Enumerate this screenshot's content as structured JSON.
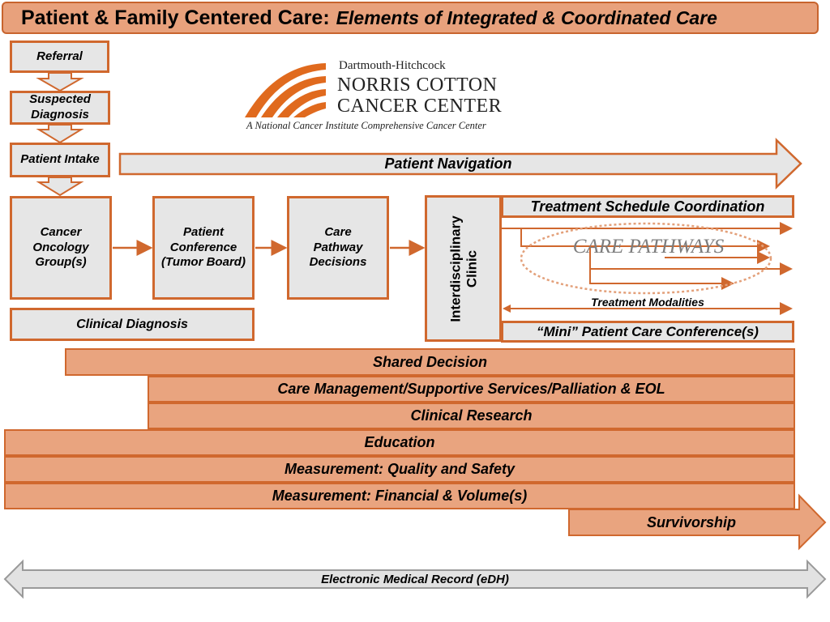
{
  "title": {
    "main": "Patient & Family Centered Care:",
    "sub": "Elements of Integrated & Coordinated Care"
  },
  "logo": {
    "line1": "Dartmouth-Hitchcock",
    "line2": "NORRIS COTTON",
    "line3": "CANCER CENTER",
    "tagline": "A National Cancer Institute Comprehensive Cancer Center"
  },
  "steps": {
    "referral": "Referral",
    "suspected_diagnosis": "Suspected Diagnosis",
    "patient_intake": "Patient Intake"
  },
  "patient_navigation": "Patient Navigation",
  "boxes": {
    "cancer_oncology_group": "Cancer Oncology Group(s)",
    "patient_conference": "Patient Conference (Tumor Board)",
    "care_pathway_decisions": "Care Pathway Decisions",
    "interdisciplinary_clinic": "Interdisciplinary Clinic",
    "clinical_diagnosis": "Clinical Diagnosis",
    "treatment_schedule": "Treatment Schedule Coordination",
    "care_pathways": "CARE PATHWAYS",
    "treatment_modalities": "Treatment Modalities",
    "mini_conference": "“Mini” Patient Care Conference(s)"
  },
  "bands": [
    "Shared Decision",
    "Care Management/Supportive Services/Palliation & EOL",
    "Clinical Research",
    "Education",
    "Measurement: Quality and Safety",
    "Measurement: Financial  & Volume(s)"
  ],
  "survivorship": "Survivorship",
  "emr": "Electronic Medical Record (eDH)",
  "colors": {
    "orange": "#d0682e",
    "band_fill": "#e9a47f",
    "box_fill": "#e6e6e6"
  }
}
